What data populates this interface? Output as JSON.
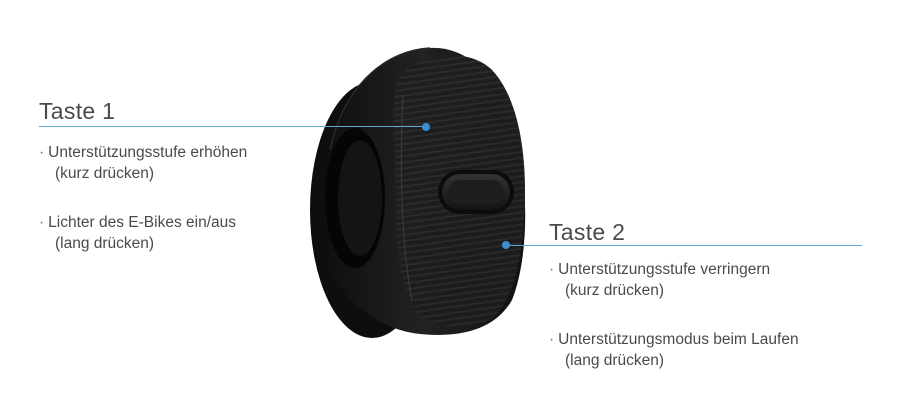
{
  "taste1": {
    "title": "Taste 1",
    "items": [
      {
        "bullet": "·",
        "line1": "Unterstützungsstufe erhöhen",
        "line2": "(kurz drücken)"
      },
      {
        "bullet": "·",
        "line1": "Lichter des E-Bikes ein/aus",
        "line2": "(lang drücken)"
      }
    ]
  },
  "taste2": {
    "title": "Taste 2",
    "items": [
      {
        "bullet": "·",
        "line1": "Unterstützungsstufe verringern",
        "line2": "(kurz drücken)"
      },
      {
        "bullet": "·",
        "line1": "Unterstützungsmodus beim Laufen",
        "line2": "(lang drücken)"
      }
    ]
  },
  "colors": {
    "accent": "#3b8fd0",
    "text": "#4a4a4a",
    "device": "#1c1c1c"
  }
}
